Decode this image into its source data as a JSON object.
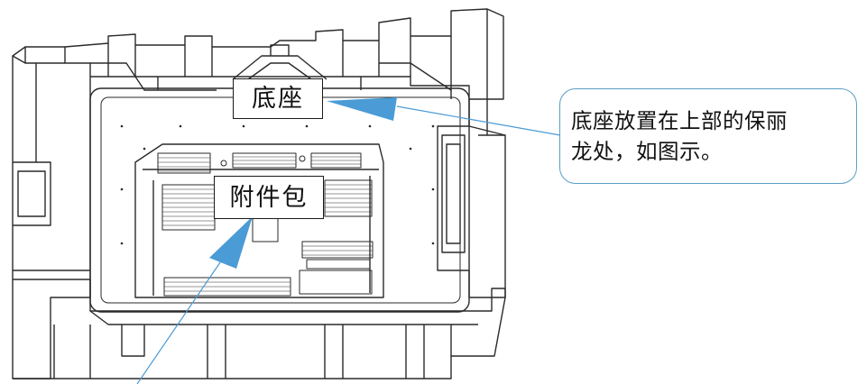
{
  "labels": {
    "base": "底座",
    "accessory_pack": "附件包"
  },
  "callout": {
    "line1": "底座放置在上部的保丽",
    "line2": "龙处，如图示。"
  },
  "colors": {
    "line_art": "#2a2a2a",
    "arrow": "#4a9bd6",
    "callout_border": "#5a9ec8",
    "text": "#111111"
  }
}
